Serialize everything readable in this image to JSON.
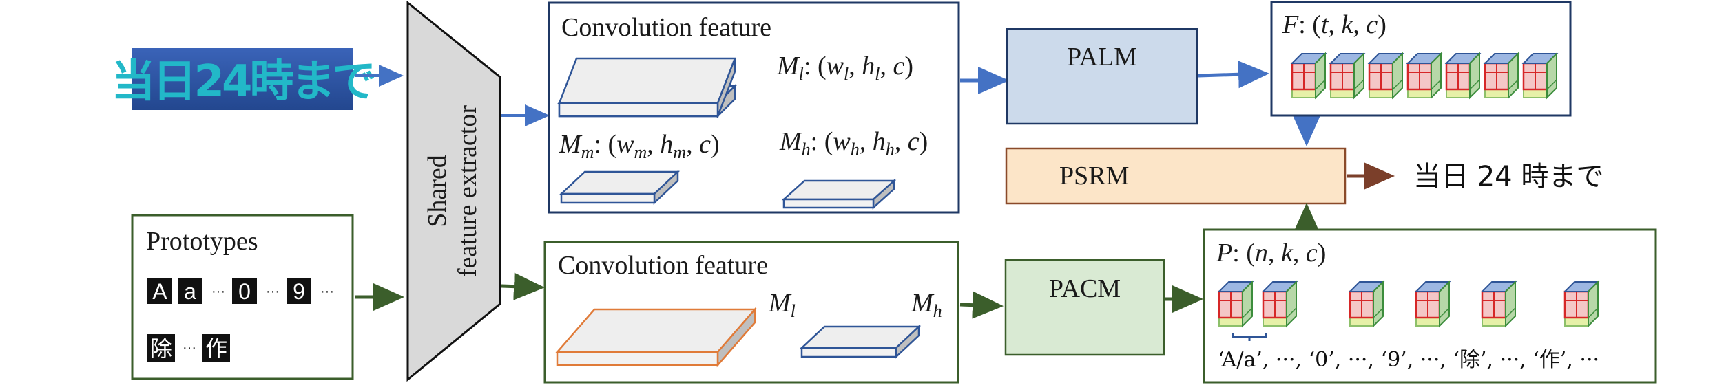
{
  "input_image_text": "当日24時まで",
  "extractor_label_line1": "Shared",
  "extractor_label_line2": "feature extractor",
  "conv_top": {
    "title": "Convolution feature",
    "ml_label": "M_l: (w_l, h_l, c)",
    "mm_label": "M_m: (w_m, h_m, c)",
    "mh_label": "M_h: (w_h, h_h, c)"
  },
  "conv_bottom": {
    "title": "Convolution feature",
    "ml_label": "M_l",
    "mh_label": "M_h"
  },
  "palm_label": "PALM",
  "pacm_label": "PACM",
  "psrm_label": "PSRM",
  "output_text": "当日 24 時まで",
  "f_box_label": "F: (t, k, c)",
  "p_box_label": "P: (n, k, c)",
  "p_box_caption": "‘A/a’, ···, ‘0’, ···, ‘9’, ···, ‘除’, ···, ‘作’, ···",
  "prototypes": {
    "title": "Prototypes",
    "row1": [
      "A",
      "a",
      "0",
      "9"
    ],
    "row2": [
      "除",
      "作"
    ],
    "ellipsis": "···"
  },
  "colors": {
    "blue_arrow": "#4472c4",
    "green_arrow": "#3b5e2b",
    "brown_arrow": "#7b3f2a",
    "palm_fill": "#ccdaeb",
    "pacm_fill": "#d9ead3",
    "psrm_fill": "#fce5c8",
    "psrm_border": "#8a4a2a",
    "box_blue": "#1f3864",
    "box_green": "#3b5e2b",
    "cuboid_blue": "#2f5597",
    "cuboid_orange": "#e07b39",
    "input_bg": "#2e4a8c",
    "input_text": "#22b8c8"
  }
}
